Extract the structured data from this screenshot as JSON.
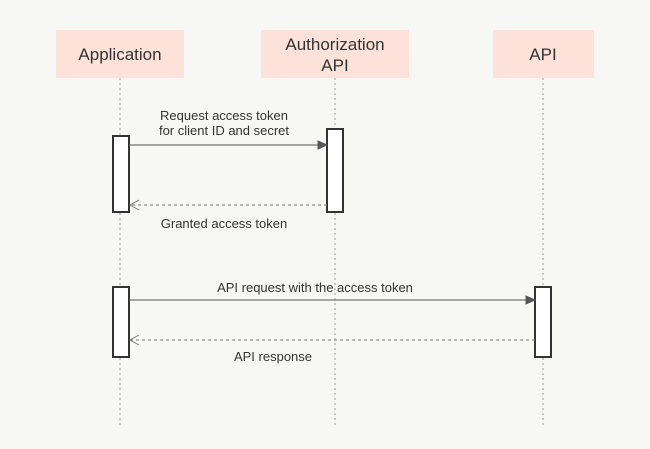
{
  "participants": {
    "application": {
      "label": "Application"
    },
    "authorization": {
      "label_line1": "Authorization",
      "label_line2": "API"
    },
    "api": {
      "label": "API"
    }
  },
  "messages": {
    "request_token": {
      "label_line1": "Request access token",
      "label_line2": "for client ID and secret",
      "style": "solid"
    },
    "granted_token": {
      "label": "Granted access token",
      "style": "dashed"
    },
    "api_request": {
      "label": "API request with the access token",
      "style": "solid"
    },
    "api_response": {
      "label": "API response",
      "style": "dashed"
    }
  },
  "colors": {
    "participant_box": "#fde2da",
    "background": "#f7f7f5",
    "text": "#333333"
  }
}
